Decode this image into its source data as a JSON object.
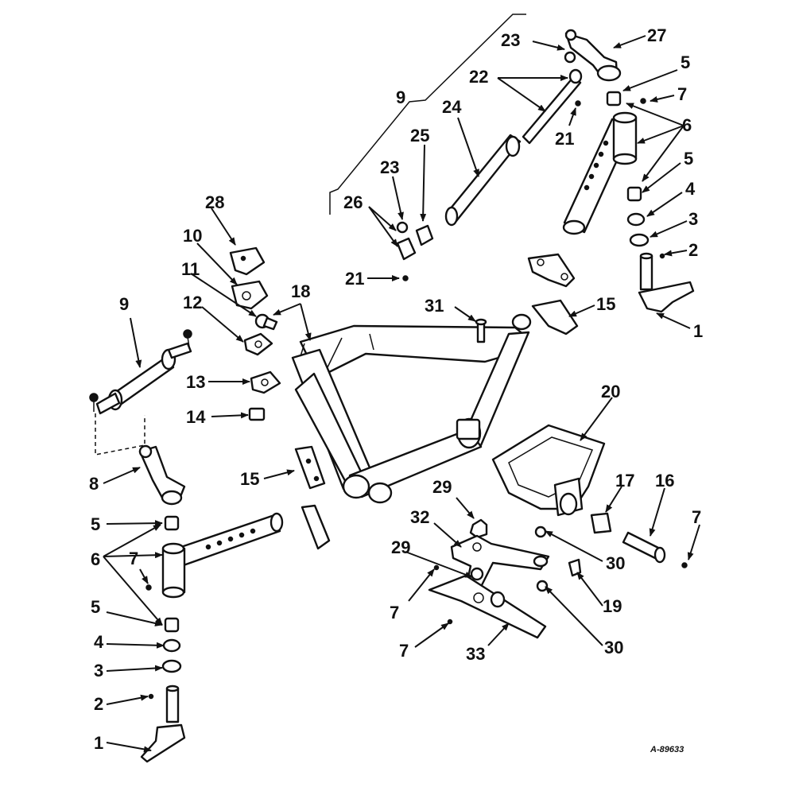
{
  "callouts": {
    "c1a": "1",
    "c1b": "1",
    "c2a": "2",
    "c2b": "2",
    "c3a": "3",
    "c3b": "3",
    "c4a": "4",
    "c4b": "4",
    "c5a": "5",
    "c5b": "5",
    "c5c": "5",
    "c5d": "5",
    "c6a": "6",
    "c6b": "6",
    "c7a": "7",
    "c7b": "7",
    "c7c": "7",
    "c7d": "7",
    "c7e": "7",
    "c8": "8",
    "c9a": "9",
    "c9b": "9",
    "c10": "10",
    "c11": "11",
    "c12": "12",
    "c13": "13",
    "c14": "14",
    "c15a": "15",
    "c15b": "15",
    "c16": "16",
    "c17": "17",
    "c18": "18",
    "c19": "19",
    "c20": "20",
    "c21a": "21",
    "c21b": "21",
    "c22": "22",
    "c23a": "23",
    "c23b": "23",
    "c24": "24",
    "c25": "25",
    "c26": "26",
    "c27": "27",
    "c28": "28",
    "c29a": "29",
    "c29b": "29",
    "c30a": "30",
    "c30b": "30",
    "c31": "31",
    "c32": "32",
    "c33": "33"
  },
  "figure_ref": "A-89633"
}
